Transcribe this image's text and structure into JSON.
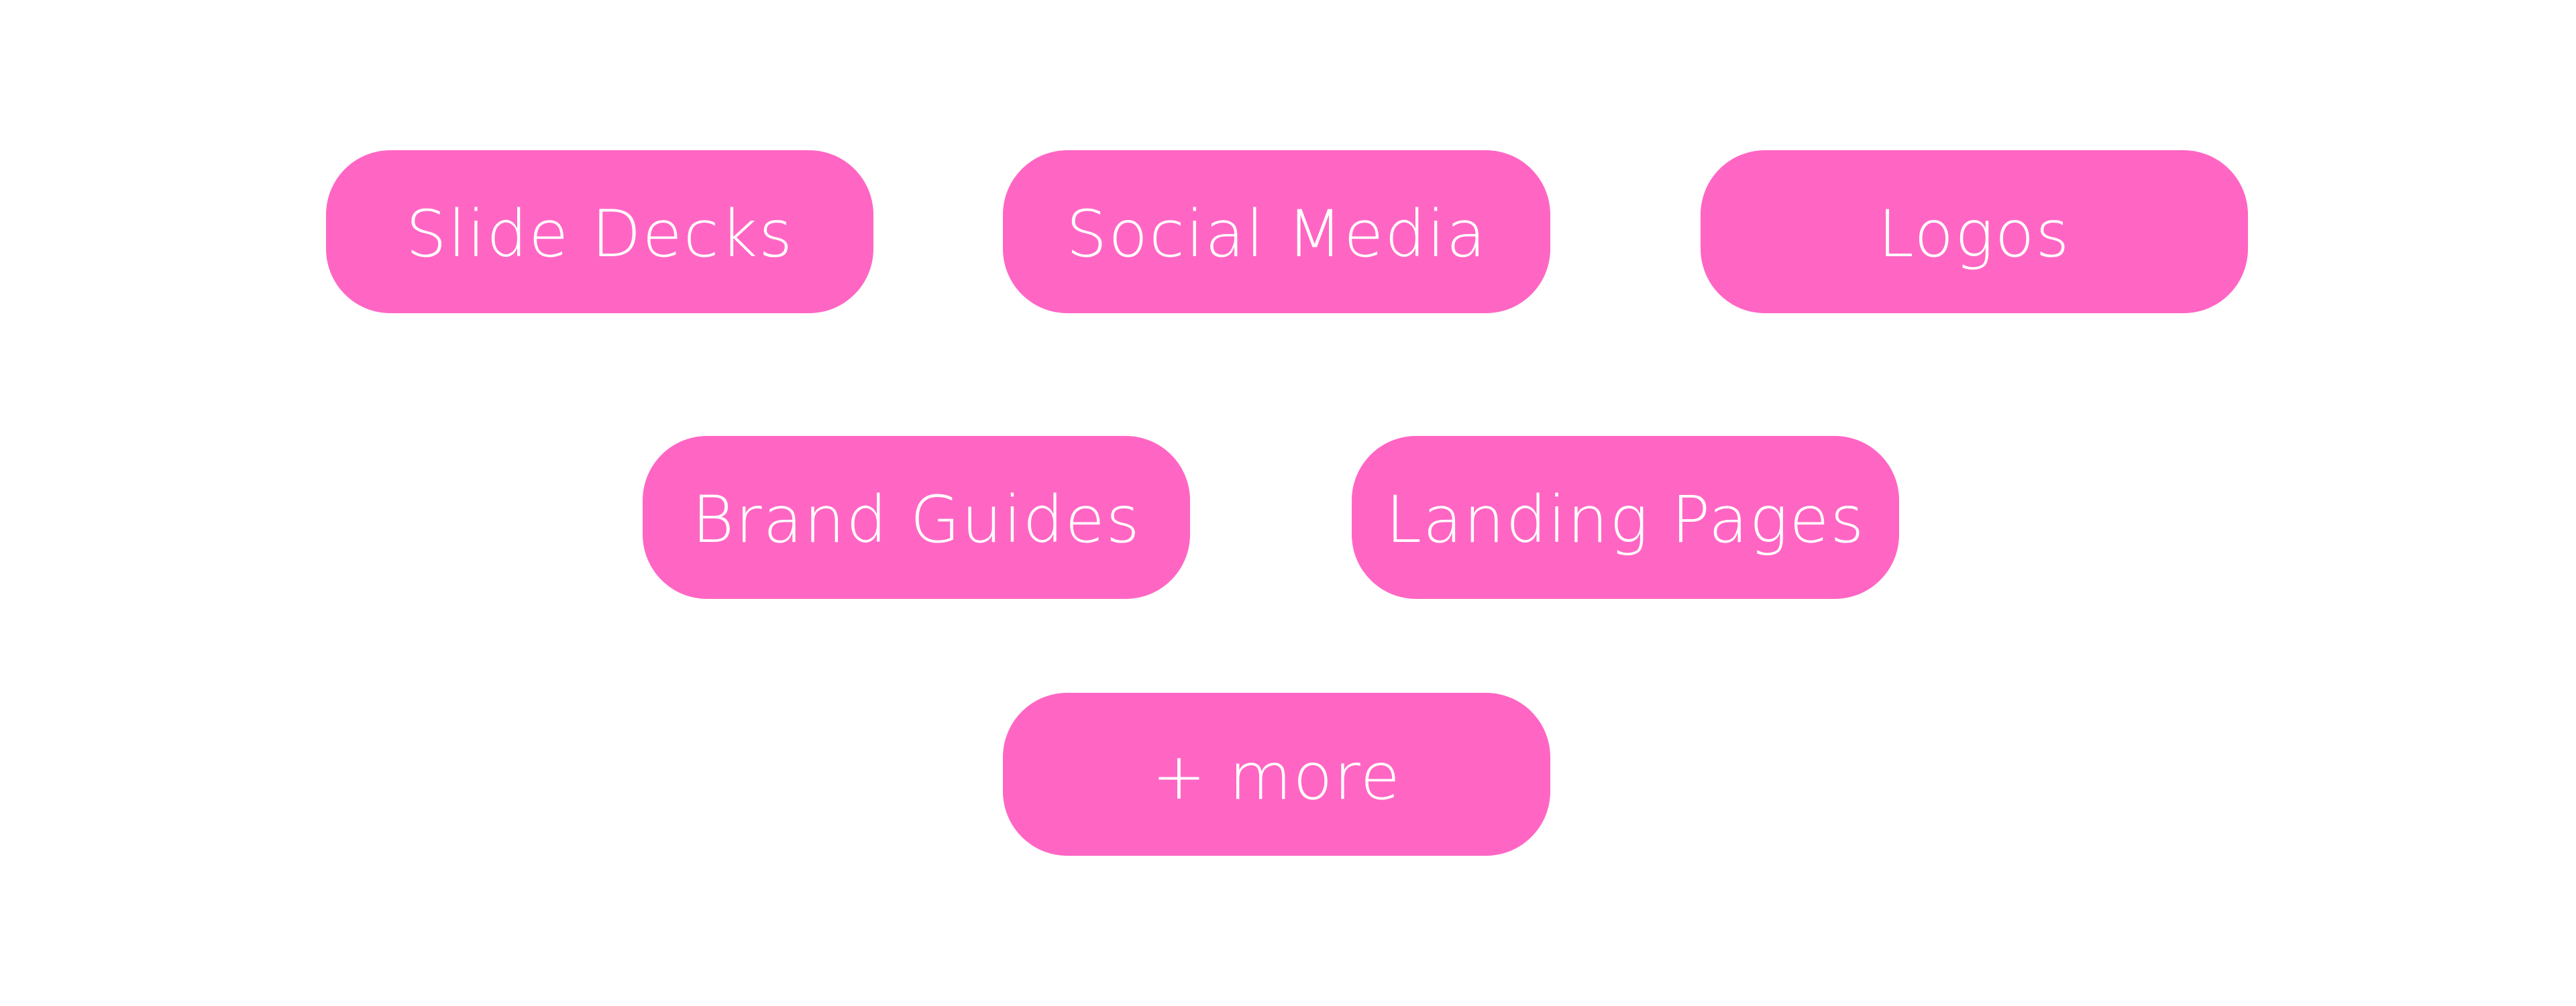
{
  "accent_color": "#ff66c4",
  "text_color": "#ffffff",
  "background_color": "#ffffff",
  "categories": [
    {
      "label": "Slide Decks"
    },
    {
      "label": "Social Media"
    },
    {
      "label": "Logos"
    },
    {
      "label": "Brand Guides"
    },
    {
      "label": "Landing Pages"
    }
  ],
  "more": {
    "label": "+ more"
  }
}
